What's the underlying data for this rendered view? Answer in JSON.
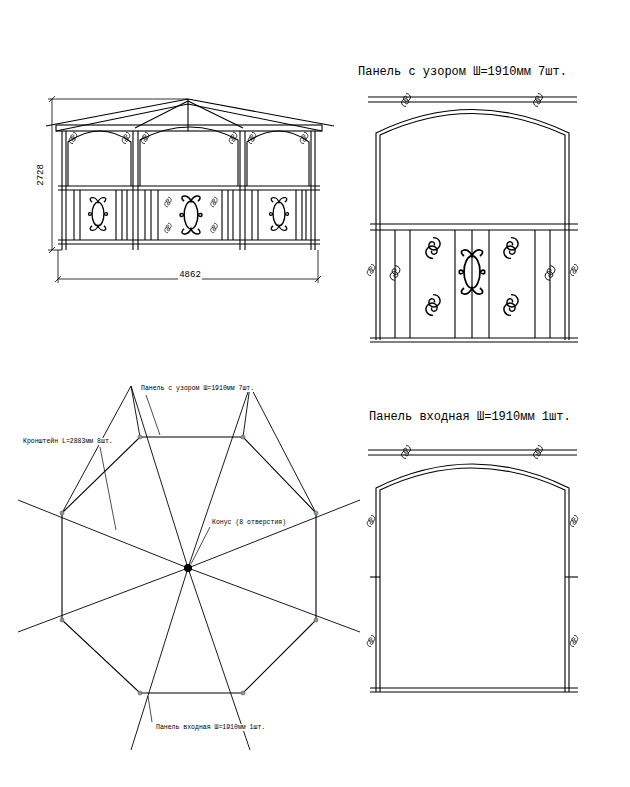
{
  "diagram": {
    "labels": [
      "2728",
      "4862",
      "Панель с узором Ш=1910мм 7шт.",
      "Панель с узором Ш=1910мм 7шт.",
      "Кронштейн L=2883мм 8шт.",
      "Конус (8 отверстия)",
      "Панель входная Ш=1910мм 1шт.",
      "Панель входная Ш=1910мм 1шт."
    ]
  }
}
